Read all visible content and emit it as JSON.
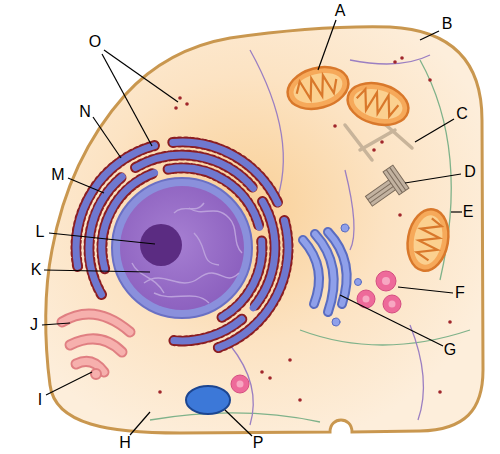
{
  "diagram": {
    "labels": [
      "A",
      "B",
      "O",
      "N",
      "C",
      "D",
      "M",
      "E",
      "L",
      "K",
      "F",
      "J",
      "G",
      "I",
      "H",
      "P"
    ]
  }
}
